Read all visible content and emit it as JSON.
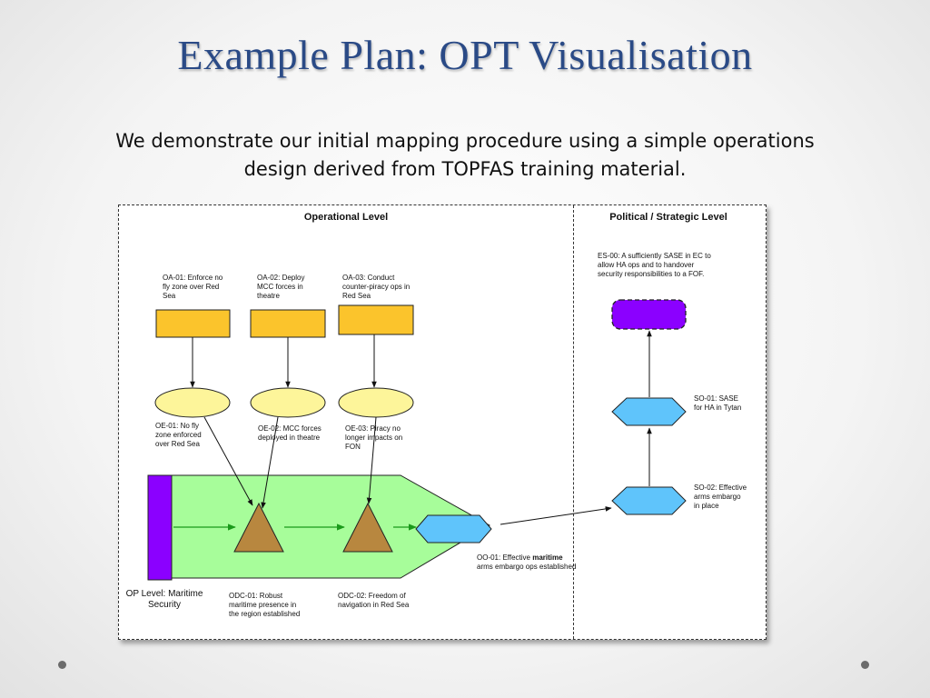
{
  "slide": {
    "title": "Example Plan: OPT Visualisation",
    "subtitle": "We demonstrate our initial mapping procedure using a simple operations design derived from TOPFAS training material."
  },
  "diagram": {
    "operational_title": "Operational Level",
    "political_title": "Political / Strategic Level",
    "oa": [
      "OA-01: Enforce no fly zone over Red Sea",
      "OA-02: Deploy MCC forces in theatre",
      "OA-03: Conduct counter-piracy ops in Red Sea"
    ],
    "oe": [
      "OE-01: No fly zone enforced over Red Sea",
      "OE-02: MCC forces deployed in theatre",
      "OE-03: Piracy no longer impacts on FON"
    ],
    "es": "ES-00: A sufficiently SASE in EC to allow HA ops and to handover security responsibilities to a FOF.",
    "so1": "SO-01: SASE for HA in Tytan",
    "so2": "SO-02: Effective arms embargo in place",
    "oo_prefix": "OO-01: Effective ",
    "oo_bold": "maritime",
    "oo_suffix": " arms embargo ops established",
    "odc1": "ODC-01: Robust maritime presence in the region established",
    "odc2": "ODC-02: Freedom of navigation in Red Sea",
    "op_level": "OP Level: Maritime Security",
    "colors": {
      "action_box": "#fbc42c",
      "effect_ellipse": "#fdf59a",
      "objective_hex": "#5fc4fb",
      "end_state": "#8b00ff",
      "op_band": "#a7fd9a",
      "decisive_condition": "#b8873f",
      "flow_arrow": "#1a9a1a"
    }
  }
}
